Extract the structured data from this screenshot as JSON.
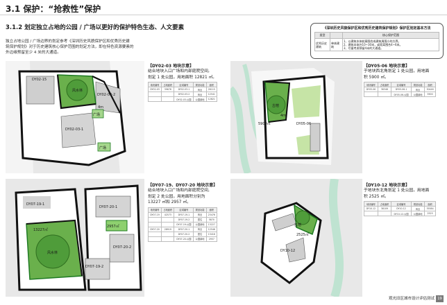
{
  "heading": "3.1 保护：“抢救性”保护",
  "subheading": "3.1.2 划定独立占地的公园 / 广场以更好的保护特色生态、人文要素",
  "intro_lines": [
    "独立占地公园 / 广场边界的划定参考《深圳历史风貌保护区和优秀历史建",
    "筑保护规划》对于历史建筑核心保护范围的划定方法，即在特色资源要素的",
    "外边缘预留至少 4 米的大通道。"
  ],
  "standard": {
    "title": "《深圳历史风貌保护区和优秀历史建筑保护规划》保护区划定基本方法",
    "headers": [
      "类型",
      "",
      "核心保护范围"
    ],
    "cells": {
      "type": "优秀历史建筑",
      "sub": "单体建筑",
      "rules": [
        "1、以建筑本体轮廓围合成建筑周围小的方界。",
        "2、建筑本体外10~30米，或距离围合4~6米。",
        "3、尽量考虑预留4米的大通道。"
      ]
    }
  },
  "cards": [
    {
      "title": "【DY02-03 地块示意】",
      "lines": [
        "结合地块入口广场和内部庭院空间,",
        "划定 1 处公园，用地面积 12821 ㎡。"
      ],
      "rows": [
        [
          "地块编号",
          "占地面积",
          "区域编号",
          "规划功能",
          "面积"
        ],
        [
          "DY02-03",
          "39676",
          "DY02-03-1",
          "商业",
          "26115"
        ],
        [
          "",
          "",
          "DY02-03-2",
          "商业",
          "12541"
        ],
        [
          "",
          "",
          "DY02-03-公园",
          "公园绿地",
          "12821"
        ]
      ]
    },
    {
      "title": "【DY05-06 地块示意】",
      "lines": [
        "于地块西北角划定 1 处公园，用地面",
        "积 5900 ㎡。"
      ],
      "rows": [
        [
          "地块编号",
          "占地面积",
          "区域编号",
          "规划功能",
          "面积"
        ],
        [
          "DY05-06",
          "36346",
          "DY05-06-1",
          "商业",
          "30446"
        ],
        [
          "",
          "",
          "DY05-06-公园",
          "公园绿地",
          "5900"
        ]
      ]
    },
    {
      "title": "【DY07-19、DY07-20 地块示意】",
      "lines": [
        "结合地块入口广场和内部庭院空间,",
        "划定 2 处公园，用地面积分别为",
        "13227 ㎡和 2957 ㎡。"
      ],
      "rows": [
        [
          "地块编号",
          "占地面积",
          "区域编号",
          "规划功能",
          "面积"
        ],
        [
          "DY07-19",
          "42573",
          "DY07-19-1",
          "商业",
          "23476"
        ],
        [
          "",
          "",
          "DY07-19-2",
          "居住",
          "5870"
        ],
        [
          "",
          "",
          "DY07-19-公园",
          "公园绿地",
          "13227"
        ],
        [
          "DY07-20",
          "28919",
          "DY07-20-1",
          "商业",
          "12546"
        ],
        [
          "",
          "",
          "DY07-20-2",
          "居住",
          "13416"
        ],
        [
          "",
          "",
          "DY07-20-公园",
          "公园绿地",
          "2957"
        ]
      ]
    },
    {
      "title": "【DY10-12 地块示意】",
      "lines": [
        "于地块东北角划定 1 处公园，用地面",
        "积 2525 ㎡。"
      ],
      "rows": [
        [
          "地块编号",
          "占地面积",
          "区域编号",
          "规划功能",
          "面积"
        ],
        [
          "DY10-12",
          "38109",
          "DY10-12",
          "商业",
          "35584"
        ],
        [
          "",
          "",
          "DY10-12-公园",
          "公园绿地",
          "2525"
        ]
      ]
    }
  ],
  "maps": {
    "m1": {
      "park_label": "风水林",
      "sq1": "广场",
      "sq2": "广场",
      "plots": [
        "DY02-15",
        "DY02-03-2",
        "DY02-03-1"
      ],
      "dist": "4m"
    },
    "m2": {
      "ring_label": "古榕",
      "plot": "DY05-06",
      "area": "5900㎡",
      "dist": "4m"
    },
    "m3": {
      "park_label": "风水林",
      "plots": [
        "DY07-19-1",
        "DY07-20-1",
        "DY07-20-2",
        "DY07-19-2"
      ],
      "area1": "13227㎡",
      "area2": "2957㎡"
    },
    "m4": {
      "ring_label": "古榕",
      "plot": "DY10-12",
      "area": "2525㎡"
    }
  },
  "footer": "观光旧区城市设计评估测试",
  "page_number": "19"
}
